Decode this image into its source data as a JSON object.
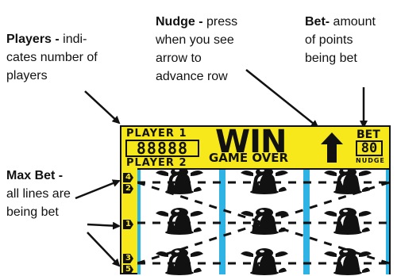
{
  "annotations": {
    "players": {
      "title": "Players -",
      "text_lines": [
        " indi-",
        "cates number of",
        "players"
      ]
    },
    "nudge": {
      "title": "Nudge -",
      "text_lines": [
        " press",
        "when you see",
        "arrow to",
        "advance row"
      ]
    },
    "bet": {
      "title": "Bet-",
      "text_lines": [
        " amount",
        "of points",
        "being bet"
      ]
    },
    "max_bet": {
      "title": "Max Bet -",
      "text_lines": [
        "all lines are",
        "being bet"
      ]
    }
  },
  "machine": {
    "player1_label": "PLAYER 1",
    "player2_label": "PLAYER 2",
    "score_display": "88888",
    "win_label": "WIN",
    "game_over_label": "GAME OVER",
    "bet_label": "BET",
    "bet_display": "80",
    "nudge_label": "NUDGE",
    "line_markers": [
      {
        "label": "4"
      },
      {
        "label": "2"
      },
      {
        "label": "1"
      },
      {
        "label": "3"
      },
      {
        "label": "5"
      }
    ],
    "reel_symbol_icon": "liberty-bell-icon",
    "nudge_icon": "up-arrow-icon",
    "colors": {
      "panel": "#f7e81c",
      "reel_divider": "#2fb3e5",
      "ink": "#111111"
    }
  }
}
